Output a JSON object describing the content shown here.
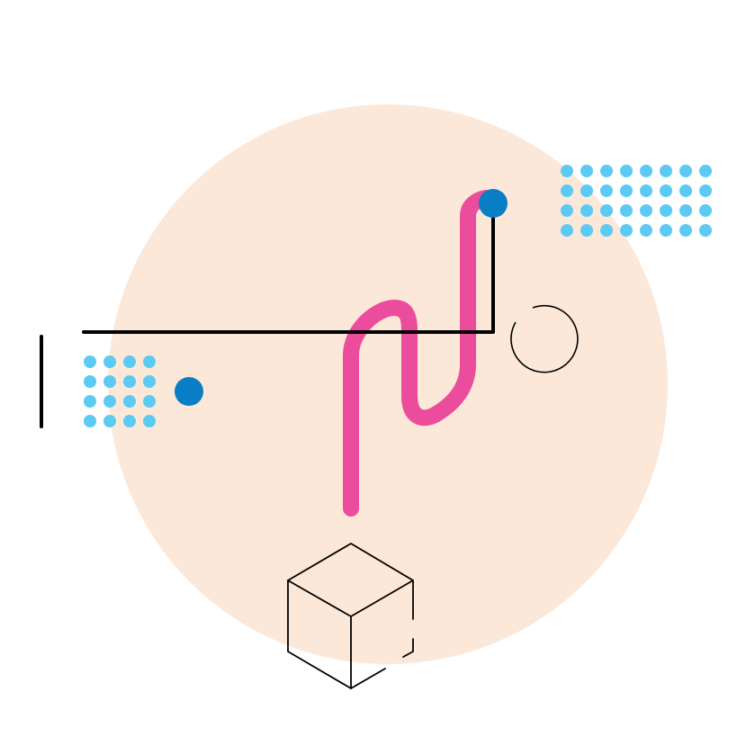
{
  "colors": {
    "background": "#ffffff",
    "circle_fill": "#fce8d8",
    "squiggle": "#ec4c9c",
    "dot_dark_blue": "#0a7ec4",
    "dot_light_blue": "#5ccaf2",
    "line_black": "#000000"
  },
  "shapes": {
    "large_circle": "peach-circle",
    "squiggle": "pink-s-curve",
    "cube": "wireframe-cube",
    "open_circle": "open-circle-outline",
    "dot_grid_right": {
      "rows": 4,
      "cols": 8
    },
    "dot_grid_left": {
      "rows": 4,
      "cols": 4
    }
  }
}
